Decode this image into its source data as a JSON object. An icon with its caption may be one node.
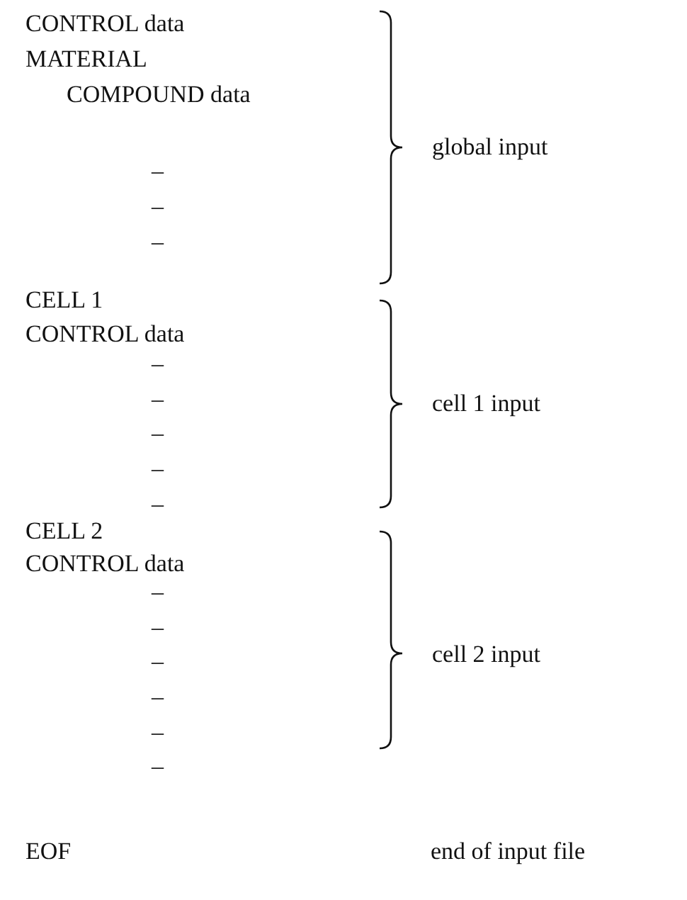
{
  "diagram": {
    "labels": [
      "CONTROL data",
      "MATERIAL",
      "COMPOUND data",
      "–",
      "–",
      "–",
      "global input",
      "CELL 1",
      "CONTROL data",
      "–",
      "–",
      "–",
      "–",
      "–",
      "cell 1 input",
      "CELL 2",
      "CONTROL data",
      "–",
      "–",
      "–",
      "–",
      "–",
      "–",
      "cell 2 input",
      "EOF",
      "end of input file"
    ]
  }
}
